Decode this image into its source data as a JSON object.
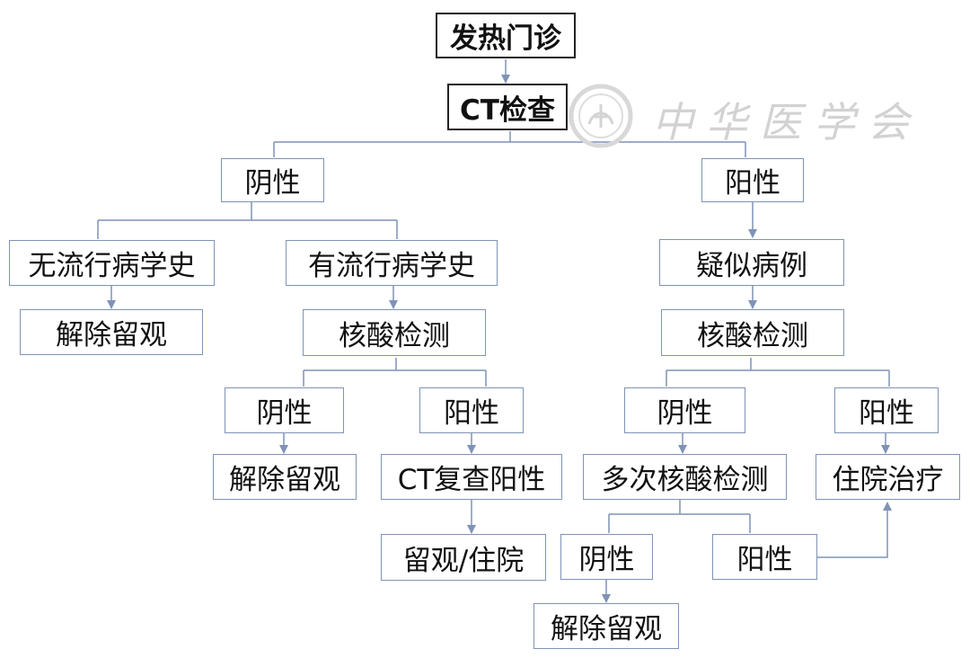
{
  "nodes": {
    "fever_clinic": "发热门诊",
    "ct_exam": "CT检查",
    "ct_negative": "阴性",
    "ct_positive": "阳性",
    "no_epi_history": "无流行病学史",
    "has_epi_history": "有流行病学史",
    "release_1": "解除留观",
    "nat_test_left": "核酸检测",
    "left_nat_negative": "阴性",
    "left_nat_positive": "阳性",
    "release_2": "解除留观",
    "ct_recheck_positive": "CT复查阳性",
    "observe_or_admit": "留观/住院",
    "suspected_case": "疑似病例",
    "nat_test_right": "核酸检测",
    "right_nat_negative": "阴性",
    "right_nat_positive": "阳性",
    "multiple_nat_tests": "多次核酸检测",
    "hospitalize": "住院治疗",
    "multi_negative": "阴性",
    "multi_positive": "阳性",
    "release_3": "解除留观"
  },
  "watermark": {
    "text": "中华医学会",
    "icon": "logo-seal"
  },
  "colors": {
    "connector": "#7f93b6",
    "box_border": "#7f93b6",
    "root_border": "#222222",
    "text": "#111111",
    "watermark": "#d2d2d2"
  }
}
